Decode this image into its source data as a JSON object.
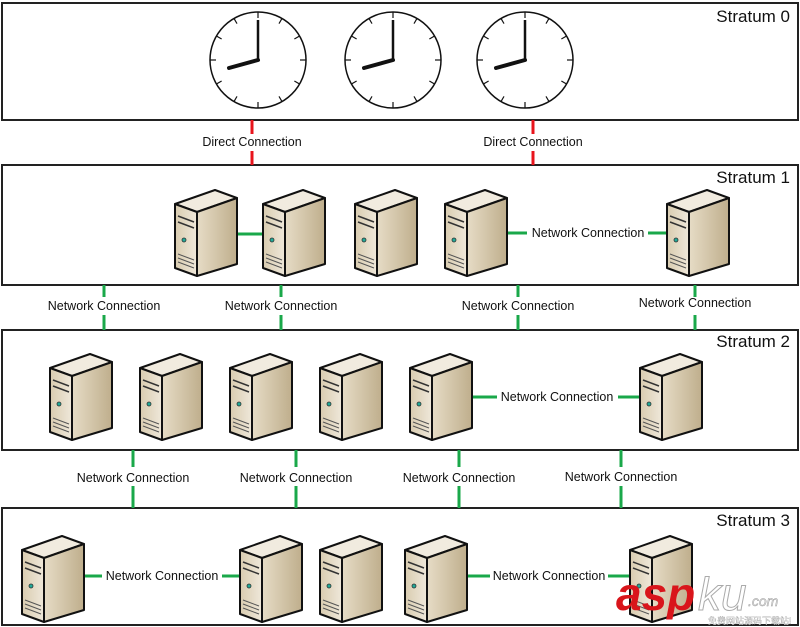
{
  "strata": [
    {
      "label": "Stratum 0",
      "device": "clock",
      "count": 3
    },
    {
      "label": "Stratum 1",
      "device": "server",
      "count": 5
    },
    {
      "label": "Stratum 2",
      "device": "server",
      "count": 6
    },
    {
      "label": "Stratum 3",
      "device": "server",
      "count": 5
    }
  ],
  "connections": {
    "direct": [
      "Direct Connection",
      "Direct Connection"
    ],
    "s1_inner": "Network Connection",
    "s1_s2": [
      "Network Connection",
      "Network Connection",
      "Network Connection",
      "Network Connection"
    ],
    "s2_inner": "Network Connection",
    "s2_s3": [
      "Network Connection",
      "Network Connection",
      "Network Connection",
      "Network Connection"
    ],
    "s3_inner": [
      "Network Connection",
      "Network Connection"
    ]
  },
  "colors": {
    "direct": "#e8141c",
    "network": "#1aa84a",
    "server_top": "#e9e1cf",
    "server_side": "#c9b899",
    "watermark": "#d9151b"
  },
  "watermark": {
    "brand": "aspku",
    "suffix": ".com",
    "tagline": "免费网站源码下载站!"
  }
}
